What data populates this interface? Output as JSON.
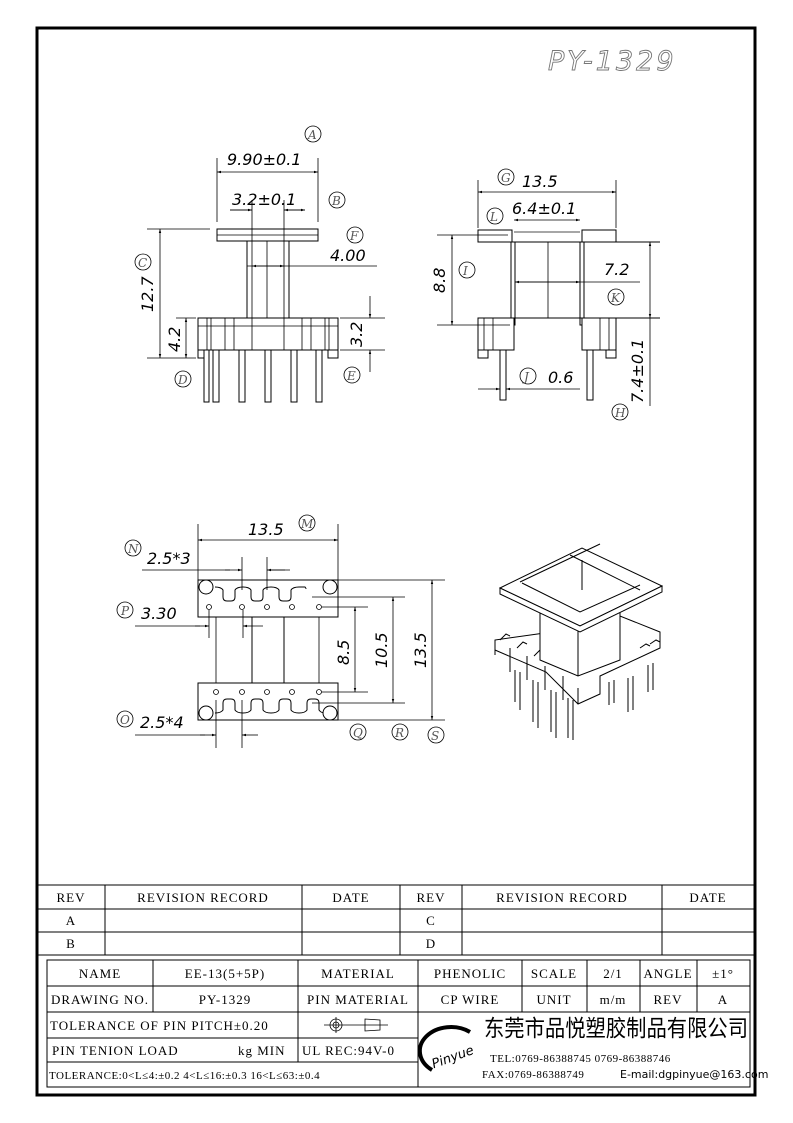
{
  "drawing_title": "PY-1329",
  "front_view": {
    "dims": {
      "width": "9.90±0.1",
      "slot": "3.2±0.1",
      "core": "4.00",
      "height": "12.7",
      "base_h": "4.2",
      "base_t": "3.2"
    },
    "labels": [
      "A",
      "B",
      "F",
      "C",
      "D",
      "E"
    ]
  },
  "side_view": {
    "dims": {
      "width": "13.5",
      "inner": "6.4±0.1",
      "height": "8.8",
      "window": "7.2",
      "pin_len": "7.4±0.1",
      "pin_d": "0.6"
    },
    "labels": [
      "G",
      "L",
      "I",
      "K",
      "J",
      "H"
    ]
  },
  "bottom_view": {
    "dims": {
      "width": "13.5",
      "pitch_top": "2.5*3",
      "offset": "3.30",
      "row": "8.5",
      "inner": "10.5",
      "outer": "13.5",
      "pitch_bottom": "2.5*4"
    },
    "labels": [
      "M",
      "N",
      "P",
      "O",
      "Q",
      "R",
      "S"
    ]
  },
  "revision_table": {
    "headers": [
      "REV",
      "REVISION RECORD",
      "DATE",
      "REV",
      "REVISION RECORD",
      "DATE"
    ],
    "rows": [
      [
        "A",
        "",
        "",
        "C",
        "",
        ""
      ],
      [
        "B",
        "",
        "",
        "D",
        "",
        ""
      ]
    ]
  },
  "title_block": {
    "name_label": "NAME",
    "name": "EE-13(5+5P)",
    "material_label": "MATERIAL",
    "material": "PHENOLIC",
    "scale_label": "SCALE",
    "scale": "2/1",
    "angle_label": "ANGLE",
    "angle": "±1°",
    "drawing_no_label": "DRAWING NO.",
    "drawing_no": "PY-1329",
    "pin_material_label": "PIN MATERIAL",
    "pin_material": "CP WIRE",
    "unit_label": "UNIT",
    "unit": "m/m",
    "rev_label": "REV",
    "rev": "A",
    "pin_pitch_tol": "TOLERANCE OF PIN PITCH±0.20",
    "pin_tension": "PIN TENION LOAD",
    "pin_tension_unit": "kg MIN",
    "ul": "UL REC:94V-0",
    "tolerance": "TOLERANCE:0<L≤4:±0.2  4<L≤16:±0.3  16<L≤63:±0.4",
    "logo": "Pinyue",
    "company": "东莞市品悦塑胶制品有限公司",
    "tel": "TEL:0769-86388745    0769-86388746",
    "fax": "FAX:0769-86388749",
    "email": "E-mail:dgpinyue@163.com"
  }
}
